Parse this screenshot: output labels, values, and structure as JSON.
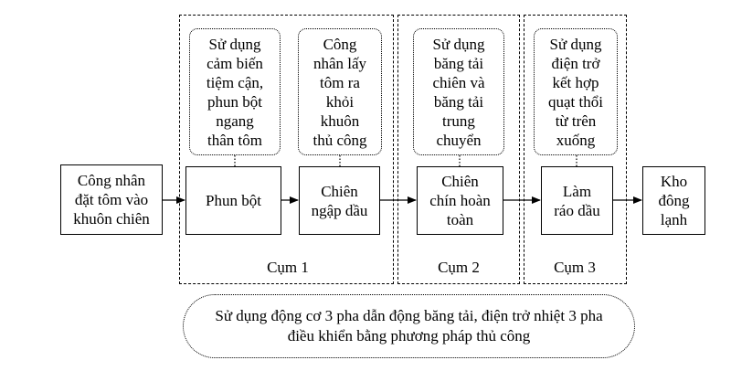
{
  "groups": {
    "cum1": "Cụm 1",
    "cum2": "Cụm 2",
    "cum3": "Cụm 3"
  },
  "nodes": {
    "start": "Công nhân\nđặt tôm vào\nkhuôn chiên",
    "phun_bot": "Phun bột",
    "chien_ngap_dau": "Chiên\nngập dầu",
    "chien_chin": "Chiên\nchín hoàn\ntoàn",
    "lam_rao_dau": "Làm\nráo dầu",
    "kho_dong_lanh": "Kho\nđông\nlạnh"
  },
  "notes": {
    "phun_bot": "Sử dụng\ncảm biến\ntiệm cận,\nphun bột\nngang\nthân tôm",
    "chien_ngap_dau": "Công\nnhân lấy\ntôm ra\nkhỏi\nkhuôn\nthủ công",
    "chien_chin": "Sử dụng\nbăng tải\nchiên và\nbăng tải\ntrung\nchuyển",
    "lam_rao_dau": "Sử dụng\nđiện trở\nkết hợp\nquạt thổi\ntừ trên\nxuống"
  },
  "footer": "Sử dụng động cơ 3 pha dẫn động băng tải, điện trở nhiệt 3  pha\nđiều khiển bằng phương pháp thủ công"
}
